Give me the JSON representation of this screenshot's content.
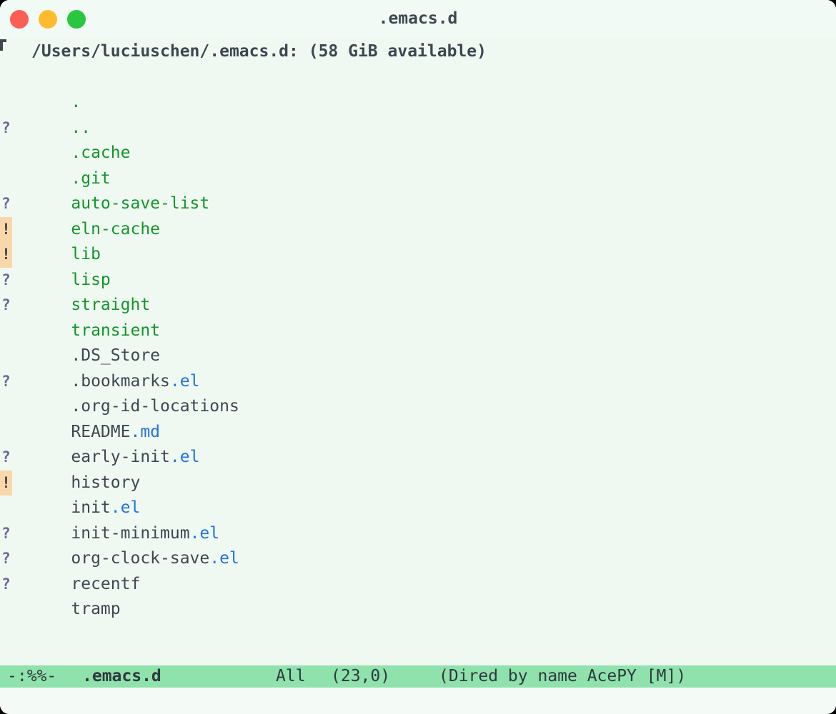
{
  "window": {
    "title": ".emacs.d"
  },
  "colors": {
    "window_bg": "#eff9f2",
    "titlebar_bg": "#f2faf5",
    "text": "#3b4850",
    "directory": "#16942a",
    "extension": "#2372dd",
    "mark_question": "#6a6a99",
    "mark_alert": "#3f3f3f",
    "mark_alert_bg": "#f8d8ab",
    "modeline_bg": "#8fe2ab",
    "echo_bg": "#f4fbf7",
    "traffic_red": "#fc5e56",
    "traffic_yellow": "#febb2e",
    "traffic_green": "#29c73f"
  },
  "buffer": {
    "header": "/Users/luciuschen/.emacs.d: (58 GiB available)",
    "entries": [
      {
        "mark": "",
        "name": ".",
        "ext": "",
        "type": "dir"
      },
      {
        "mark": "",
        "name": "..",
        "ext": "",
        "type": "dir"
      },
      {
        "mark": "?",
        "name": ".cache",
        "ext": "",
        "type": "dir"
      },
      {
        "mark": "",
        "name": ".git",
        "ext": "",
        "type": "dir"
      },
      {
        "mark": "",
        "name": "auto-save-list",
        "ext": "",
        "type": "dir"
      },
      {
        "mark": "?",
        "name": "eln-cache",
        "ext": "",
        "type": "dir"
      },
      {
        "mark": "!",
        "name": "lib",
        "ext": "",
        "type": "dir"
      },
      {
        "mark": "!",
        "name": "lisp",
        "ext": "",
        "type": "dir"
      },
      {
        "mark": "?",
        "name": "straight",
        "ext": "",
        "type": "dir"
      },
      {
        "mark": "?",
        "name": "transient",
        "ext": "",
        "type": "dir"
      },
      {
        "mark": "",
        "name": ".DS_Store",
        "ext": "",
        "type": "file"
      },
      {
        "mark": "",
        "name": ".bookmarks",
        "ext": ".el",
        "type": "file"
      },
      {
        "mark": "?",
        "name": ".org-id-locations",
        "ext": "",
        "type": "file"
      },
      {
        "mark": "",
        "name": "README",
        "ext": ".md",
        "type": "file"
      },
      {
        "mark": "",
        "name": "early-init",
        "ext": ".el",
        "type": "file"
      },
      {
        "mark": "?",
        "name": "history",
        "ext": "",
        "type": "file"
      },
      {
        "mark": "!",
        "name": "init",
        "ext": ".el",
        "type": "file"
      },
      {
        "mark": "",
        "name": "init-minimum",
        "ext": ".el",
        "type": "file"
      },
      {
        "mark": "?",
        "name": "org-clock-save",
        "ext": ".el",
        "type": "file"
      },
      {
        "mark": "?",
        "name": "recentf",
        "ext": "",
        "type": "file"
      },
      {
        "mark": "?",
        "name": "tramp",
        "ext": "",
        "type": "file"
      }
    ]
  },
  "modeline": {
    "status": "-:%%-",
    "buffer_name": ".emacs.d",
    "scroll_position": "All",
    "cursor_position": "(23,0)",
    "modes": "(Dired by name AcePY [M])"
  }
}
